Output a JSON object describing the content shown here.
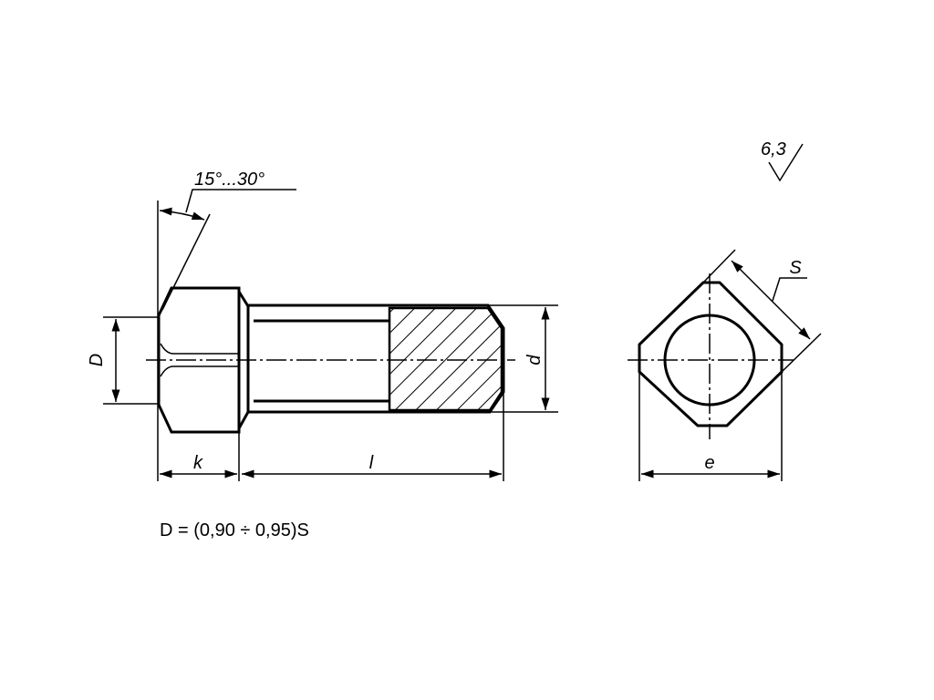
{
  "drawing": {
    "angle_label": "15°...30°",
    "roughness_value": "6,3",
    "side_view": {
      "head_diameter_label": "D",
      "thread_diameter_label": "d",
      "head_height_label": "k",
      "length_label": "l"
    },
    "end_view": {
      "across_flats_label": "S",
      "across_corners_label": "e"
    },
    "formula": "D = (0,90 ÷ 0,95)S"
  },
  "colors": {
    "ink": "#000000",
    "paper": "#ffffff"
  }
}
